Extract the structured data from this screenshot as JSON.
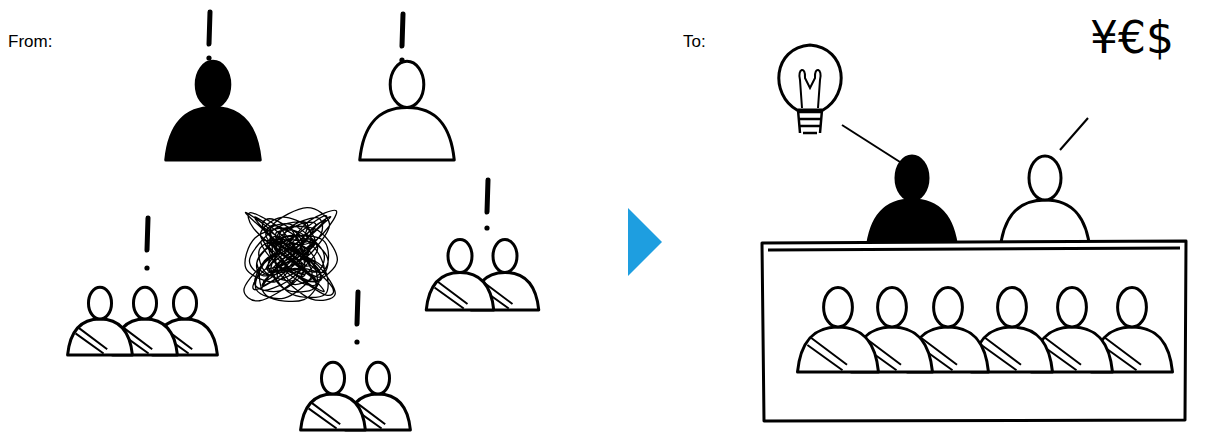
{
  "diagram": {
    "labels": [
      "From:",
      "To:",
      "¥€$"
    ]
  }
}
